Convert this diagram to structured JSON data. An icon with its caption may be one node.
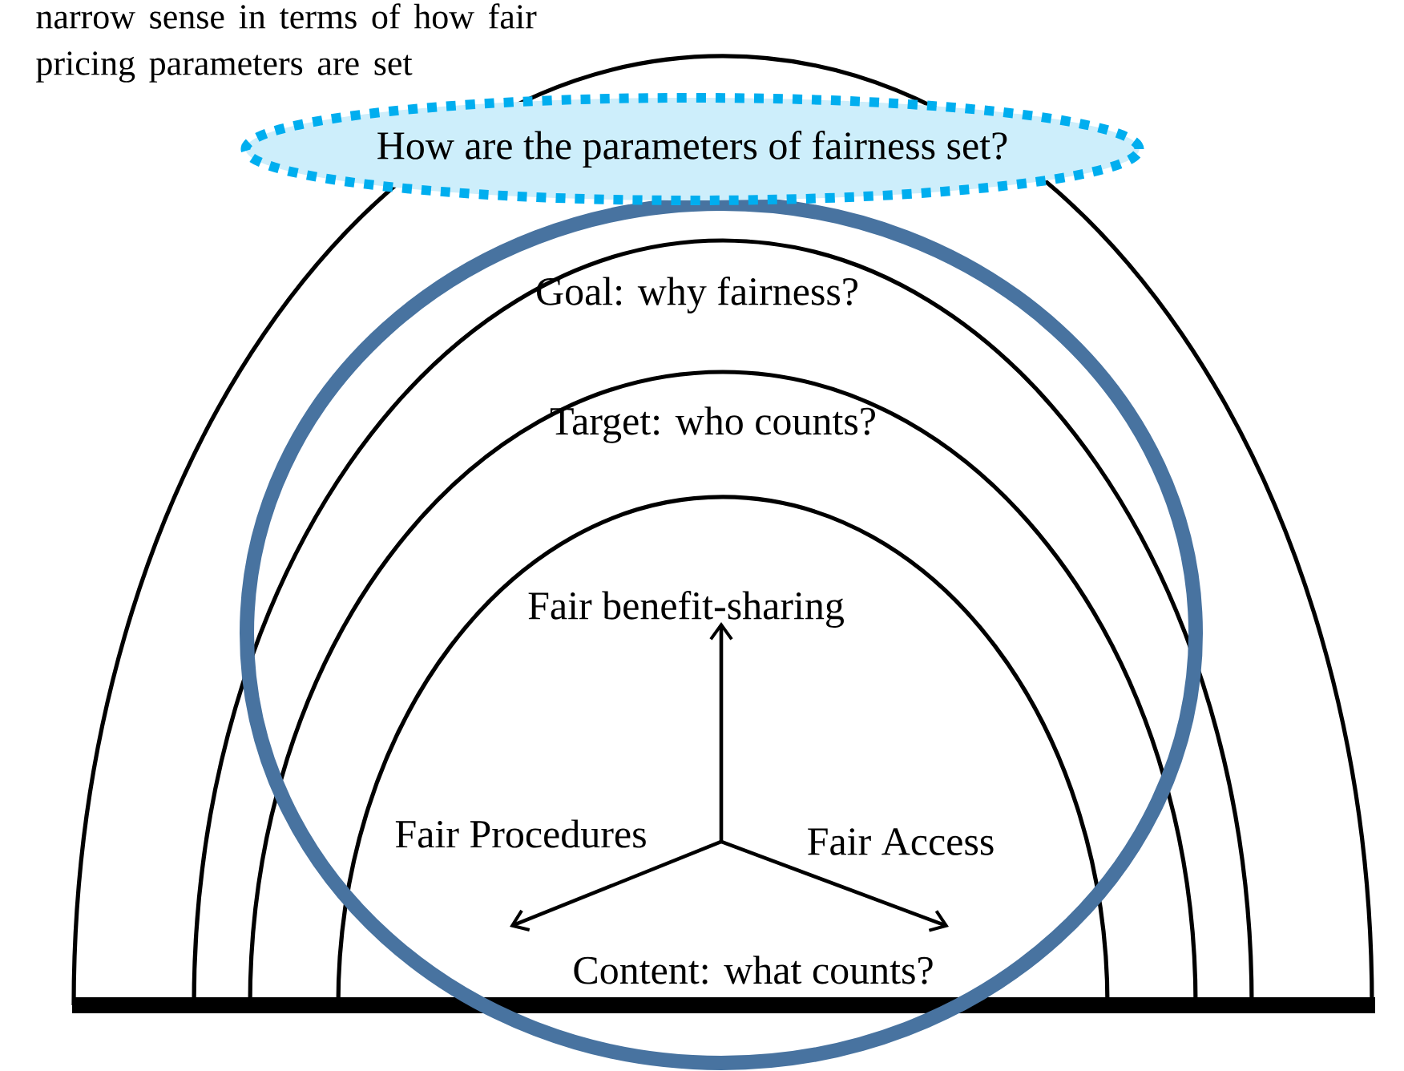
{
  "diagram": {
    "nodes": [
      {
        "text": [],
        "shape": "arch"
      },
      {
        "text": [
          "How are the parameters of fairness set?"
        ],
        "in": 0
      },
      {
        "text": [
          "Goal: why fairness?"
        ],
        "in": 0
      },
      {
        "text": [
          "Target: who counts?"
        ],
        "in": 2
      },
      {
        "text": [
          "Content: what counts?"
        ],
        "in": 3
      },
      {
        "text": [
          "Fair benefit-sharing"
        ],
        "in": 4
      },
      {
        "text": [
          "Fair Procedures"
        ],
        "in": 4
      },
      {
        "text": [
          "Fair Access"
        ],
        "in": 4
      }
    ],
    "edges": [
      {
        "from": null,
        "to": 5,
        "arrow": "to"
      },
      {
        "from": null,
        "to": 6,
        "arrow": "to"
      },
      {
        "from": null,
        "to": 7,
        "arrow": "to"
      }
    ],
    "labels": [
      "narrow sense in terms of how fair pricing parameters are set"
    ]
  }
}
